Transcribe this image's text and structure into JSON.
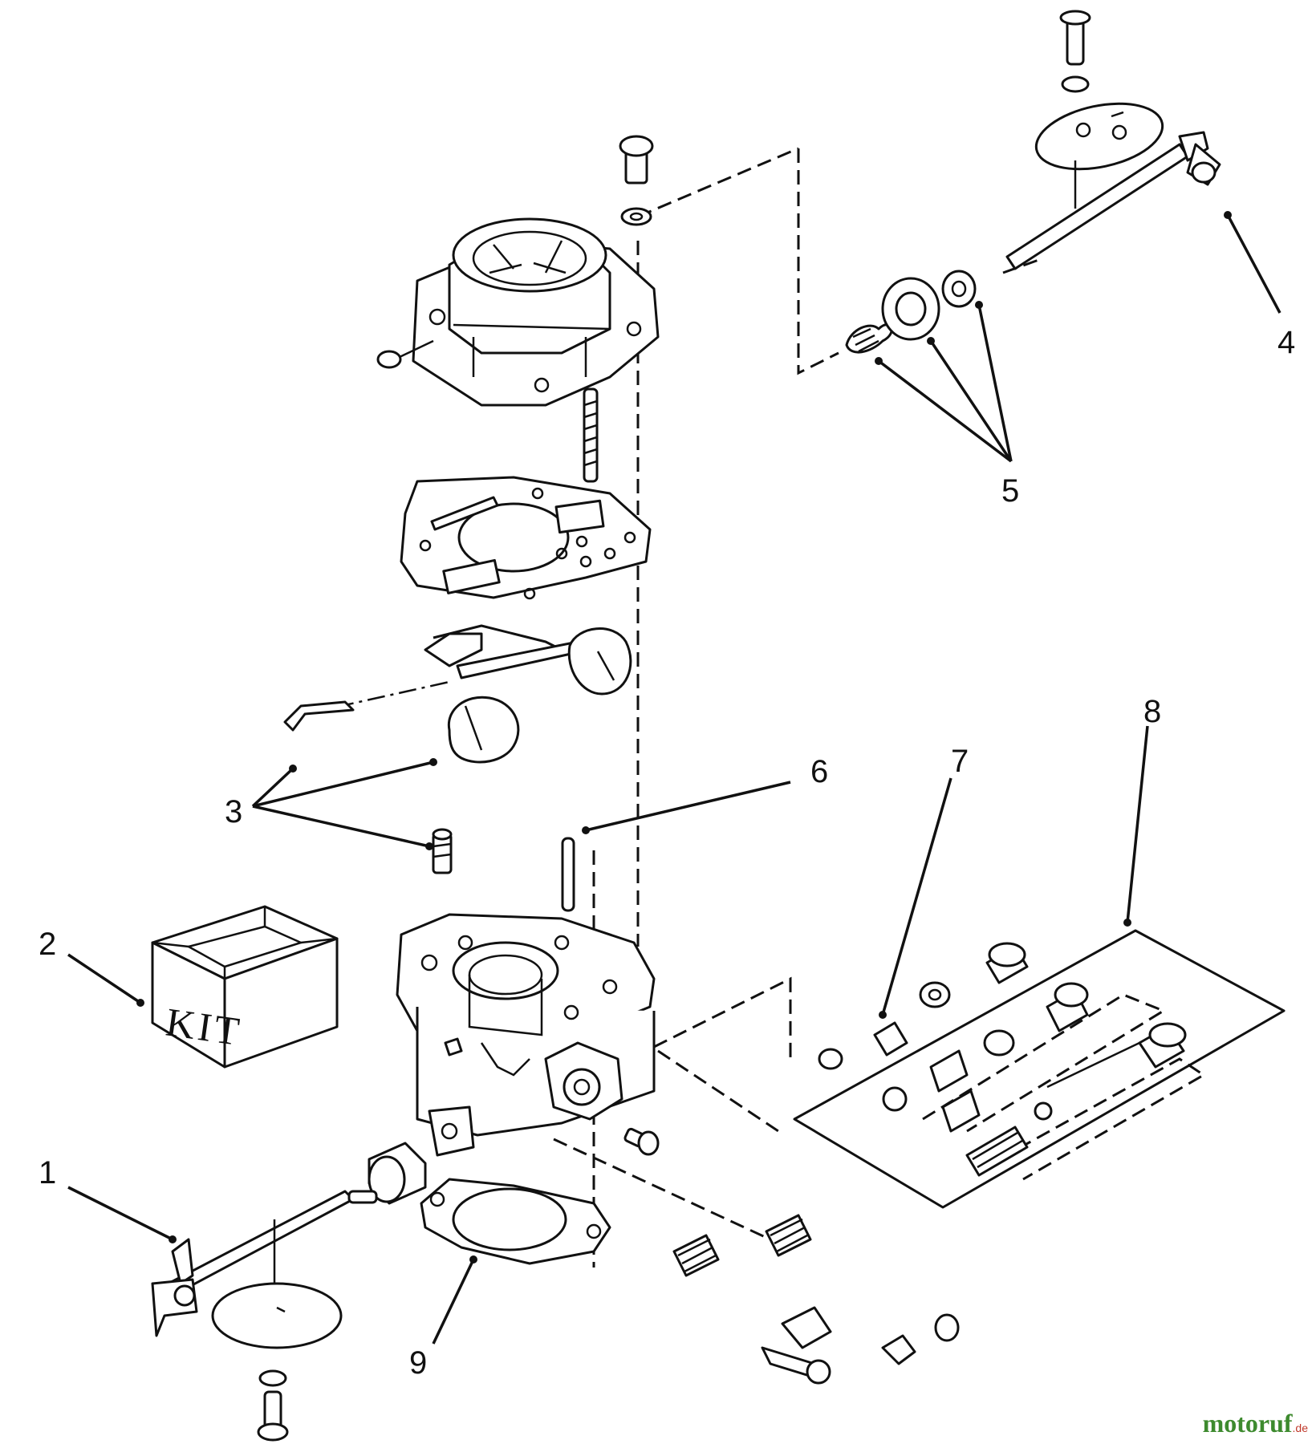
{
  "callouts": [
    {
      "id": "1",
      "label": "1"
    },
    {
      "id": "2",
      "label": "2"
    },
    {
      "id": "3",
      "label": "3"
    },
    {
      "id": "4",
      "label": "4"
    },
    {
      "id": "5",
      "label": "5"
    },
    {
      "id": "6",
      "label": "6"
    },
    {
      "id": "7",
      "label": "7"
    },
    {
      "id": "8",
      "label": "8"
    },
    {
      "id": "9",
      "label": "9"
    }
  ],
  "kit_box_text": "KIT",
  "watermark": {
    "main": "motoruf",
    "suffix": ".de"
  },
  "colors": {
    "line": "#111111",
    "background": "#ffffff",
    "watermark_green": "#3d8a2e",
    "watermark_red": "#c0392b"
  }
}
